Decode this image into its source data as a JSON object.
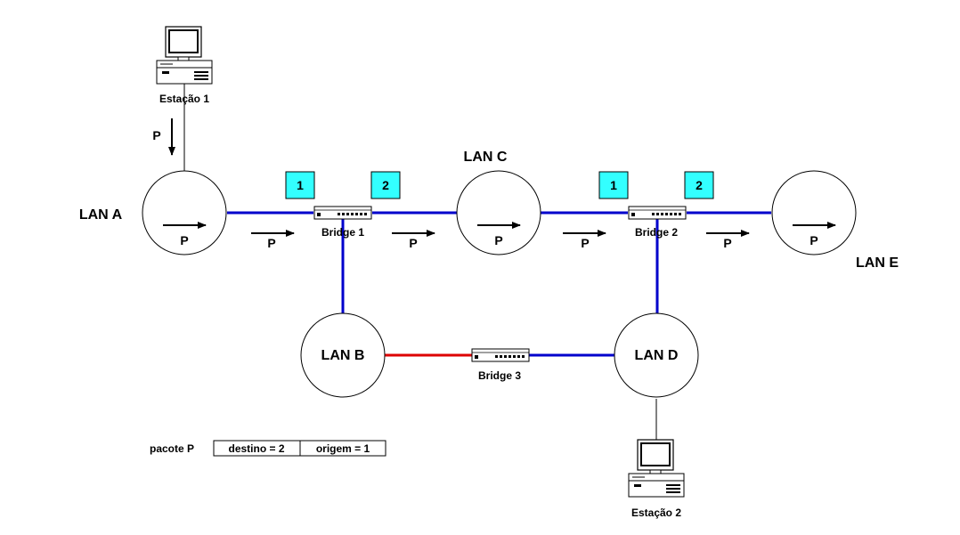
{
  "lans": {
    "a": "LAN A",
    "b": "LAN B",
    "c": "LAN C",
    "d": "LAN D",
    "e": "LAN E"
  },
  "bridges": {
    "b1": "Bridge 1",
    "b2": "Bridge 2",
    "b3": "Bridge 3"
  },
  "stations": {
    "s1": "Estação 1",
    "s2": "Estação 2"
  },
  "ports": {
    "b1_left": "1",
    "b1_right": "2",
    "b2_left": "1",
    "b2_right": "2"
  },
  "packet": {
    "name": "P",
    "label": "pacote P",
    "destination": "destino = 2",
    "origin": "origem = 1"
  },
  "colors": {
    "link_blue": "#0000cc",
    "link_red": "#dd0000",
    "port_box": "#33ffff"
  }
}
